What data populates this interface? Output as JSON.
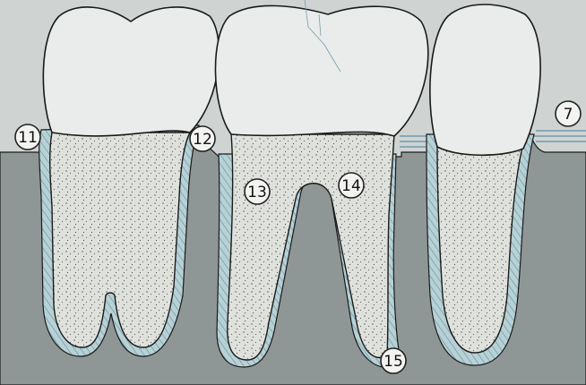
{
  "diagram": {
    "labels": [
      {
        "id": "label-11",
        "text": "11"
      },
      {
        "id": "label-12",
        "text": "12"
      },
      {
        "id": "label-13",
        "text": "13"
      },
      {
        "id": "label-14",
        "text": "14"
      },
      {
        "id": "label-15",
        "text": "15"
      },
      {
        "id": "label-7",
        "text": "7"
      }
    ],
    "colors": {
      "background": "#cfd4d3",
      "bone": "#8f9796",
      "crown": "#e9eceb",
      "dentin": "#dfe1dd",
      "ligament": "#b8d1d4",
      "ligament_hatch": "#5d8ea6",
      "outline": "#1a1a1a"
    }
  }
}
